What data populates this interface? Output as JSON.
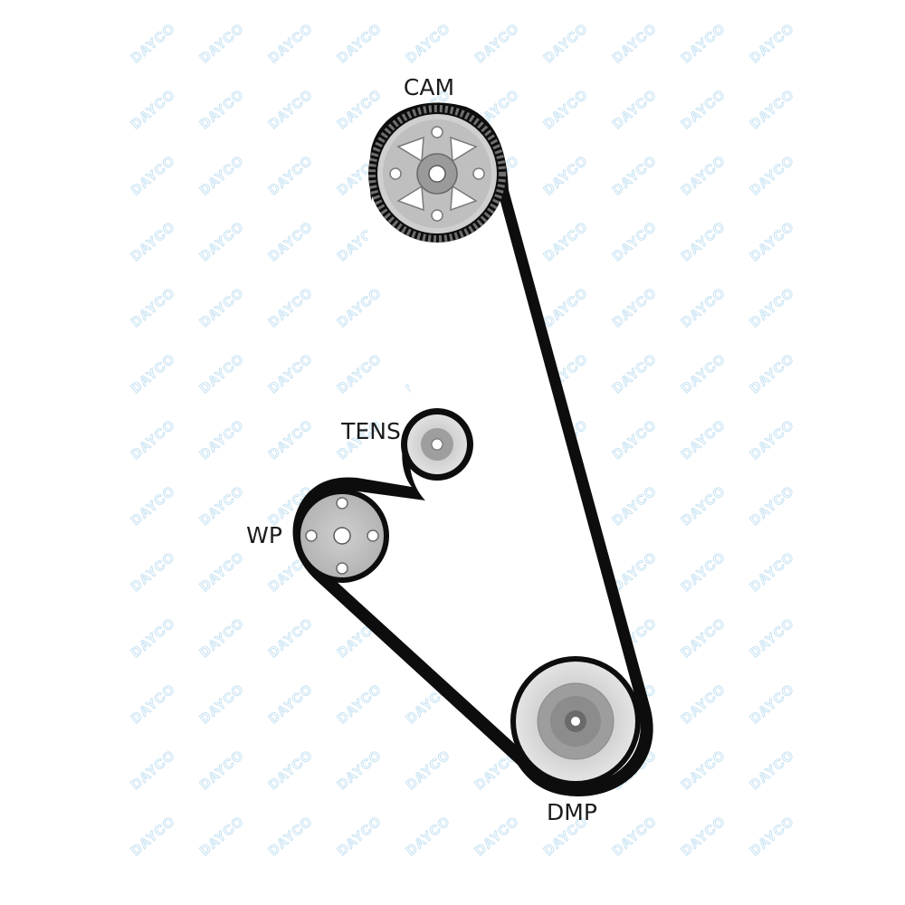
{
  "watermark": {
    "text": "DAYCO",
    "color": "#c4e1f2"
  },
  "pulleys": {
    "cam": {
      "label": "CAM"
    },
    "tens": {
      "label": "TENS"
    },
    "wp": {
      "label": "WP"
    },
    "dmp": {
      "label": "DMP"
    }
  },
  "colors": {
    "belt": "#0d0d0d",
    "pulley_face": "#d4d4d4",
    "pulley_inner": "#a9a9a9",
    "hub": "#8a8a8a",
    "hole": "#ffffff"
  }
}
